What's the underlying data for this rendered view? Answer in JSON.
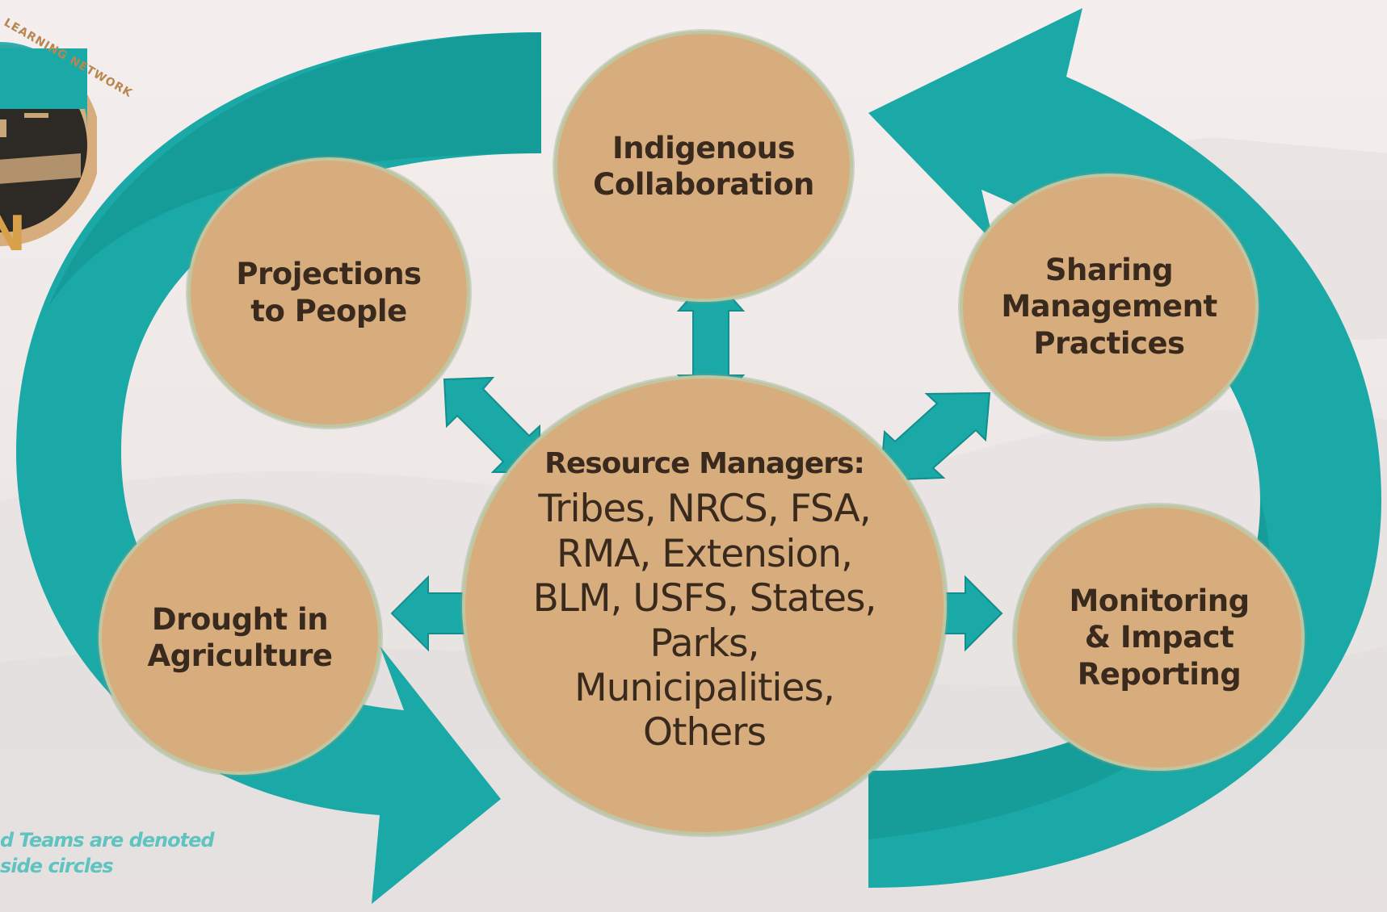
{
  "colors": {
    "arrow_teal": "#1aa9a6",
    "arrow_teal_dark": "#128f8c",
    "node_fill": "#d8ad7e",
    "node_border": "#bfc7a2",
    "text_dark": "#3a2a1e",
    "footnote_teal": "#5fc3bf"
  },
  "nodes": {
    "indigenous": {
      "label": "Indigenous\nCollaboration"
    },
    "projections": {
      "label": "Projections\nto People"
    },
    "sharing": {
      "label": "Sharing\nManagement\nPractices"
    },
    "drought": {
      "label": "Drought in\nAgriculture"
    },
    "monitoring": {
      "label": "Monitoring\n& Impact\nReporting"
    },
    "center": {
      "title": "Resource Managers:",
      "body": "Tribes, NRCS, FSA,\nRMA, Extension,\nBLM, USFS, States,\nParks,\nMunicipalities,\nOthers"
    }
  },
  "logo": {
    "text": "LEARNING NETWORK",
    "letter": "N",
    "icon": "organization-logo-icon"
  },
  "footnote": {
    "text": "d Teams are denoted\nside circles"
  }
}
